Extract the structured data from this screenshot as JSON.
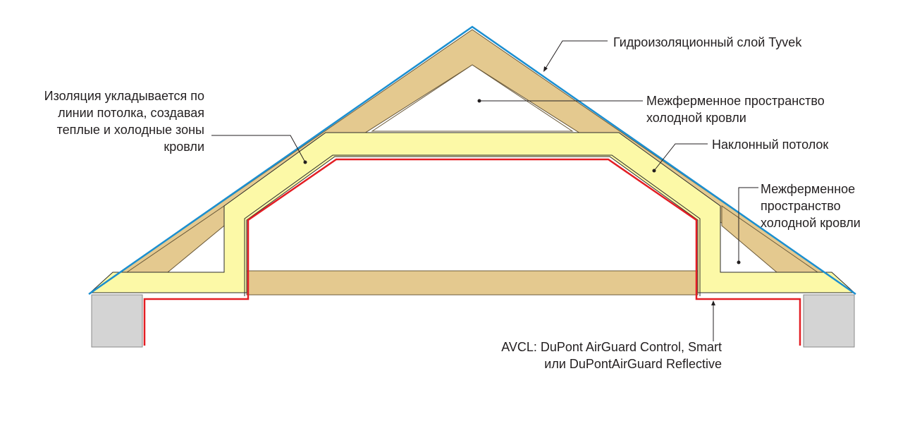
{
  "colors": {
    "wood": "#e4c98f",
    "wood_stroke": "#6b5a3a",
    "insulation": "#fcf9a7",
    "insulation_stroke": "#2b2b2b",
    "membrane_tyvek": "#1b8fd0",
    "avcl": "#e31e24",
    "wall": "#d4d4d4",
    "leader": "#231f20"
  },
  "labels": {
    "tyvek": "Гидроизоляционный слой Tyvek",
    "insulation_note": [
      "Изоляция укладывается по",
      "линии  потолка,  создавая",
      "теплые и холодные зоны",
      "кровли"
    ],
    "cold_space_top": [
      "Межферменное пространство",
      "холодной кровли"
    ],
    "sloped_ceiling": "Наклонный потолок",
    "cold_space_side": [
      "Межферменное",
      "пространство",
      "холодной кровли"
    ],
    "avcl": [
      "AVCL: DuPont AirGuard Control, Smart",
      "или DuPontAirGuard Reflective"
    ]
  }
}
